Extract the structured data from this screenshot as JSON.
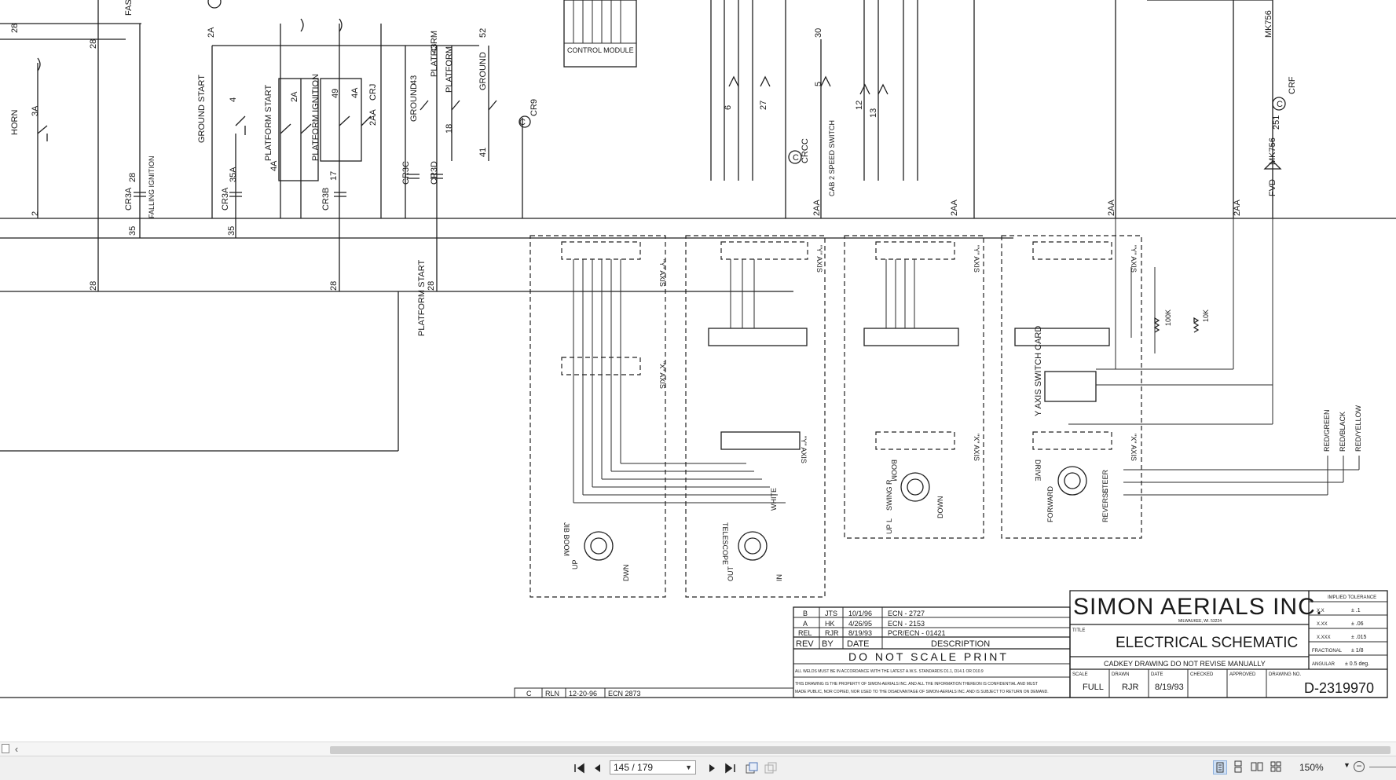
{
  "schematic": {
    "company": "SIMON AERIALS INC.",
    "company_address": "MILWAUKEE, WI. 53224",
    "title_label": "TITLE",
    "title": "ELECTRICAL SCHEMATIC",
    "cad_note": "CADKEY DRAWING DO NOT REVISE MANUALLY",
    "do_not_scale": "DO NOT SCALE PRINT",
    "weld_note": "ALL WELDS MUST BE IN ACCORDANCE WITH THE LATEST A.W.S. STANDARDS D1.1, D14.1 OR D10.9",
    "property_note_1": "THIS DRAWING IS THE PROPERTY OF SIMON-AERIALS INC. AND ALL THE INFORMATION THEREON IS CONFIDENTIAL AND MUST",
    "property_note_2": "MADE PUBLIC, NOR COPIED, NOR USED TO THE DISADVANTAGE OF SIMON-AERIALS INC. AND IS SUBJECT TO RETURN ON DEMAND.",
    "drawing_no": "D-2319970",
    "tolerance": {
      "heading": "IMPLIED TOLERANCE",
      "rows": [
        {
          "k": "X.X",
          "v": "± .1"
        },
        {
          "k": "X.XX",
          "v": "± .06"
        },
        {
          "k": "X.XXX",
          "v": "± .015"
        },
        {
          "k": "FRACTIONAL",
          "v": "± 1/8"
        },
        {
          "k": "ANGULAR",
          "v": "± 0.5 deg."
        }
      ]
    },
    "title_block": {
      "scale_label": "SCALE",
      "scale": "FULL",
      "drawn_label": "DRAWN",
      "drawn": "RJR",
      "date_label": "DATE",
      "date": "8/19/93",
      "checked_label": "CHECKED",
      "approved_label": "APPROVED",
      "drawing_no_label": "DRAWING NO."
    },
    "revisions": {
      "header": {
        "rev": "REV",
        "by": "BY",
        "date": "DATE",
        "desc": "DESCRIPTION"
      },
      "rows": [
        {
          "rev": "B",
          "by": "JTS",
          "date": "10/1/96",
          "desc": "ECN - 2727"
        },
        {
          "rev": "A",
          "by": "HK",
          "date": "4/26/95",
          "desc": "ECN - 2153"
        },
        {
          "rev": "REL",
          "by": "RJR",
          "date": "8/19/93",
          "desc": "PCR/ECN - 01421"
        }
      ],
      "prev_sheet_row": {
        "rev": "C",
        "by": "RLN",
        "date": "12-20-96",
        "desc": "ECN 2873"
      }
    },
    "labels": {
      "horn": "HORN",
      "ground_start": "GROUND START",
      "platform_start": "PLATFORM START",
      "platform_ignition": "PLATFORM IGNITION",
      "ground": "GROUND",
      "platform": "PLATFORM",
      "platform_start_bottom": "PLATFORM START",
      "control_module": "CONTROL MODULE",
      "cab_2_speed": "CAB 2 SPEED SWITCH",
      "crcc": "CRCC",
      "cr9": "CR9",
      "crf": "CRF",
      "fast": "FAST",
      "y_axis_switch_card": "Y AXIS SWITCH CARD",
      "red_green": "RED/GREEN",
      "red_black": "RED/BLACK",
      "red_yellow": "RED/YELLOW",
      "jib_boom": "JIB BOOM",
      "telescope": "TELESCOPE",
      "boom": "BOOM",
      "drive": "DRIVE",
      "steer": "STEER",
      "forward": "FORWARD",
      "reverse": "REVERSE",
      "up": "UP",
      "dwn": "DWN",
      "out": "OUT",
      "in": "IN",
      "swing_r": "SWING R",
      "l": "L",
      "down": "DOWN",
      "y_axis": "\"Y\" AXIS",
      "x_axis": "\"X\" AXIS",
      "white": "WHITE",
      "falling_ignition": "FALLING IGNITION",
      "cr3a": "CR3A",
      "cr3b": "CR3B",
      "cr3c": "CR3C",
      "cr3d": "CR3D",
      "crj": "CRJ",
      "mk756": "MK756",
      "fvd": "FVD",
      "wire_2aa": "2AA",
      "wire_28": "28",
      "wire_2a": "2A",
      "wire_35": "35",
      "wire_35a": "35A",
      "wire_3a": "3A",
      "wire_4": "4",
      "wire_4a": "4A",
      "wire_2": "2",
      "wire_49": "49",
      "wire_17": "17",
      "wire_43": "43",
      "wire_52": "52",
      "wire_18": "18",
      "wire_41": "41",
      "wire_6": "6",
      "wire_27": "27",
      "wire_30": "30",
      "wire_5": "5",
      "wire_12": "12",
      "wire_13": "13",
      "wire_251": "251",
      "wire_100k": "100K",
      "wire_10k": "10K"
    }
  },
  "viewer": {
    "page_indicator": "145 / 179",
    "zoom": "150%",
    "icons": {
      "first": "first-page-icon",
      "prev": "prev-page-icon",
      "next": "next-page-icon",
      "last": "last-page-icon"
    }
  }
}
